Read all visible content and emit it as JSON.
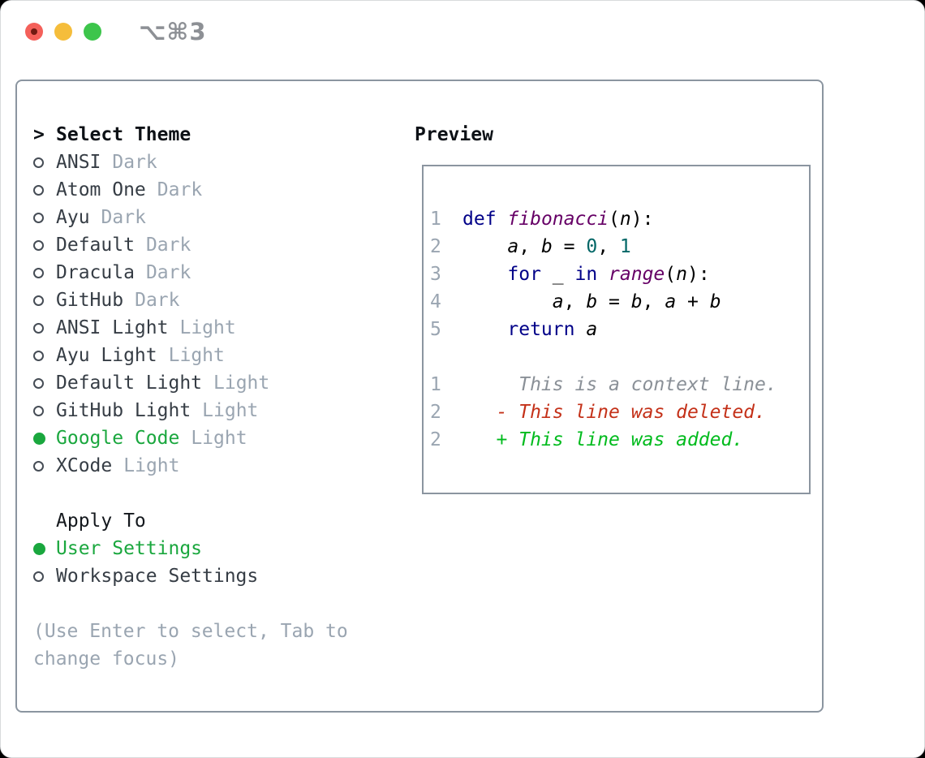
{
  "window": {
    "title": "⌥⌘3"
  },
  "colors": {
    "selection_green": "#1aa73e",
    "diff_added": "#00bb1d",
    "diff_deleted": "#c43119",
    "diff_context": "#8a9097",
    "code_keyword": "#000088",
    "code_function": "#660066",
    "code_literal": "#006666",
    "code_plain": "#000000",
    "muted": "#9aa5b1",
    "border": "#8b95a0",
    "traffic_red": "#f4605a",
    "traffic_yellow": "#f5bd3b",
    "traffic_green": "#3dc54b"
  },
  "sidebar": {
    "header": {
      "prompt": ">",
      "label": "Select Theme"
    },
    "themes": [
      {
        "name": "ANSI",
        "variant": "Dark",
        "selected": false
      },
      {
        "name": "Atom One",
        "variant": "Dark",
        "selected": false
      },
      {
        "name": "Ayu",
        "variant": "Dark",
        "selected": false
      },
      {
        "name": "Default",
        "variant": "Dark",
        "selected": false
      },
      {
        "name": "Dracula",
        "variant": "Dark",
        "selected": false
      },
      {
        "name": "GitHub",
        "variant": "Dark",
        "selected": false
      },
      {
        "name": "ANSI Light",
        "variant": "Light",
        "selected": false
      },
      {
        "name": "Ayu Light",
        "variant": "Light",
        "selected": false
      },
      {
        "name": "Default Light",
        "variant": "Light",
        "selected": false
      },
      {
        "name": "GitHub Light",
        "variant": "Light",
        "selected": false
      },
      {
        "name": "Google Code",
        "variant": "Light",
        "selected": true
      },
      {
        "name": "XCode",
        "variant": "Light",
        "selected": false
      }
    ],
    "apply_to": {
      "label": "Apply To",
      "options": [
        {
          "name": "User Settings",
          "selected": true
        },
        {
          "name": "Workspace Settings",
          "selected": false
        }
      ]
    },
    "footer_hint": "(Use Enter to select, Tab to change focus)"
  },
  "preview": {
    "title": "Preview",
    "code_lines": [
      {
        "num": "1",
        "tokens": [
          [
            "kwd",
            "def"
          ],
          [
            "pln",
            " "
          ],
          [
            "fn",
            "fibonacci"
          ],
          [
            "pln",
            "("
          ],
          [
            "var",
            "n"
          ],
          [
            "pln",
            "):"
          ]
        ]
      },
      {
        "num": "2",
        "tokens": [
          [
            "pln",
            "    "
          ],
          [
            "var",
            "a"
          ],
          [
            "pln",
            ", "
          ],
          [
            "var",
            "b"
          ],
          [
            "pln",
            " = "
          ],
          [
            "lit",
            "0"
          ],
          [
            "pln",
            ", "
          ],
          [
            "lit",
            "1"
          ]
        ]
      },
      {
        "num": "3",
        "tokens": [
          [
            "pln",
            "    "
          ],
          [
            "kwd",
            "for"
          ],
          [
            "pln",
            " _ "
          ],
          [
            "kwd",
            "in"
          ],
          [
            "pln",
            " "
          ],
          [
            "fn",
            "range"
          ],
          [
            "pln",
            "("
          ],
          [
            "var",
            "n"
          ],
          [
            "pln",
            "):"
          ]
        ]
      },
      {
        "num": "4",
        "tokens": [
          [
            "pln",
            "        "
          ],
          [
            "var",
            "a"
          ],
          [
            "pln",
            ", "
          ],
          [
            "var",
            "b"
          ],
          [
            "pln",
            " = "
          ],
          [
            "var",
            "b"
          ],
          [
            "pln",
            ", "
          ],
          [
            "var",
            "a"
          ],
          [
            "pln",
            " + "
          ],
          [
            "var",
            "b"
          ]
        ]
      },
      {
        "num": "5",
        "tokens": [
          [
            "pln",
            "    "
          ],
          [
            "kwd",
            "return"
          ],
          [
            "pln",
            " "
          ],
          [
            "var",
            "a"
          ]
        ]
      }
    ],
    "diff_lines": [
      {
        "num": "1",
        "kind": "context",
        "text": "     This is a context line."
      },
      {
        "num": "2",
        "kind": "deleted",
        "text": "   - This line was deleted."
      },
      {
        "num": "2",
        "kind": "added",
        "text": "   + This line was added."
      }
    ]
  }
}
